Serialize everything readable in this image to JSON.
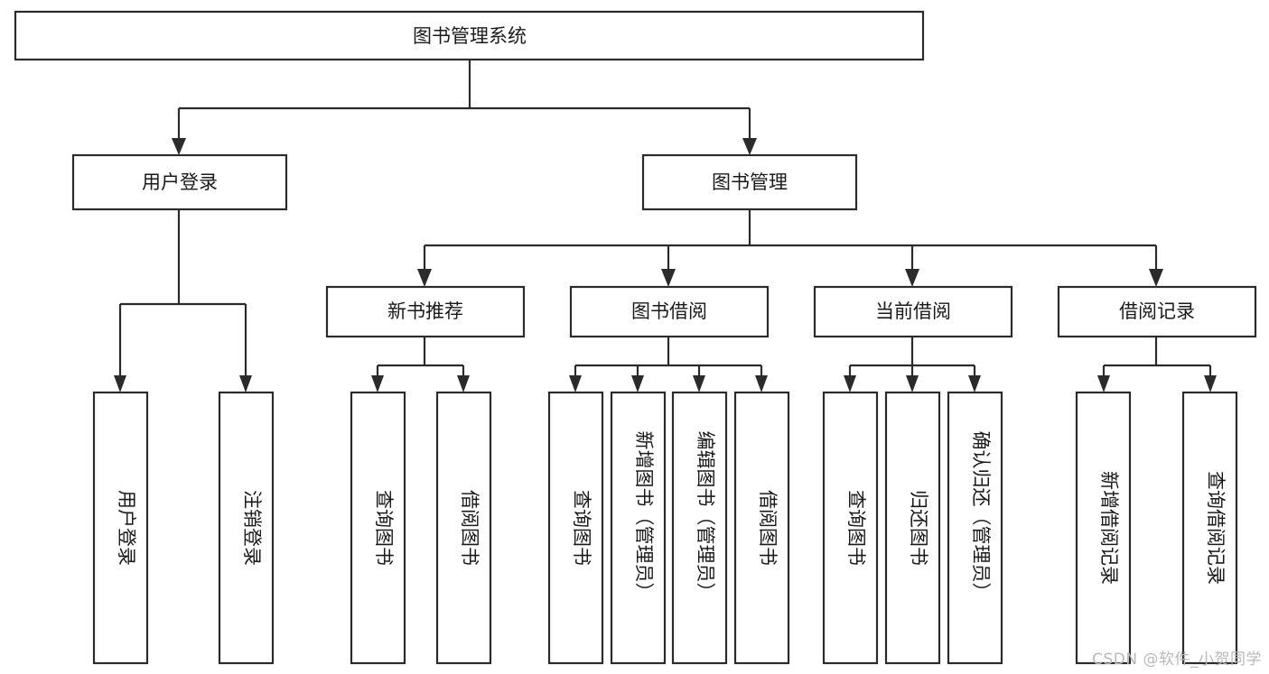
{
  "diagram": {
    "title": "图书管理系统",
    "type": "hierarchy-tree",
    "watermark": "CSDN @软件_小贺同学",
    "colors": {
      "stroke": "#2b2b2b",
      "fill": "#ffffff",
      "text": "#1a1a1a",
      "watermark": "#b8b8b8",
      "background": "#ffffff"
    },
    "levels": {
      "root": "图书管理系统",
      "level2": [
        "用户登录",
        "图书管理"
      ],
      "level3": [
        "新书推荐",
        "图书借阅",
        "当前借阅",
        "借阅记录"
      ]
    },
    "nodes": {
      "root": {
        "label": "图书管理系统"
      },
      "user_login": {
        "label": "用户登录"
      },
      "book_manage": {
        "label": "图书管理"
      },
      "new_book_rec": {
        "label": "新书推荐"
      },
      "book_borrow": {
        "label": "图书借阅"
      },
      "current_borrow": {
        "label": "当前借阅"
      },
      "borrow_record": {
        "label": "借阅记录"
      }
    },
    "leaves": {
      "user_login": [
        {
          "label": "用户登录"
        },
        {
          "label": "注销登录"
        }
      ],
      "new_book_rec": [
        {
          "label": "查询图书"
        },
        {
          "label": "借阅图书"
        }
      ],
      "book_borrow": [
        {
          "label": "查询图书"
        },
        {
          "label": "新增图书（管理员）"
        },
        {
          "label": "编辑图书（管理员）"
        },
        {
          "label": "借阅图书"
        }
      ],
      "current_borrow": [
        {
          "label": "查询图书"
        },
        {
          "label": "归还图书"
        },
        {
          "label": "确认归还（管理员）"
        }
      ],
      "borrow_record": [
        {
          "label": "新增借阅记录"
        },
        {
          "label": "查询借阅记录"
        }
      ]
    }
  }
}
